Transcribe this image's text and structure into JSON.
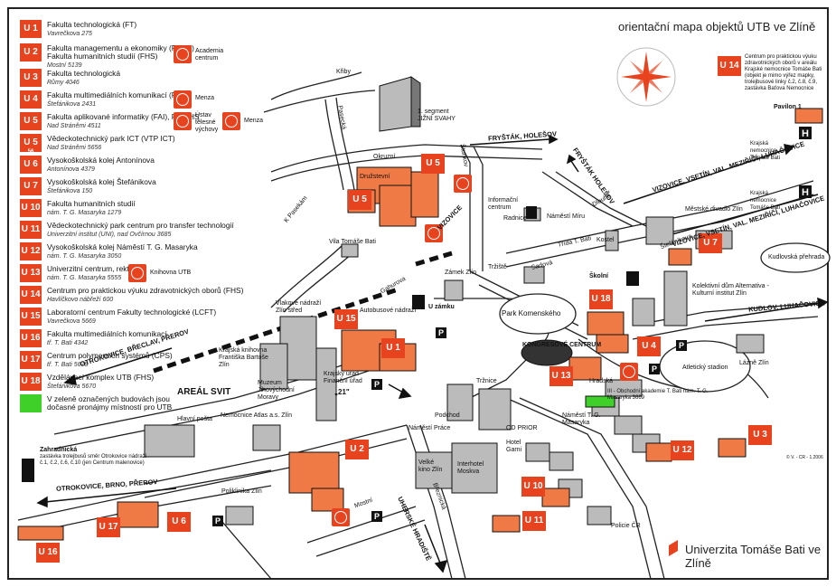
{
  "title": "orientační mapa objektů UTB ve Zlíně",
  "legend": [
    {
      "code": "U 1",
      "line1": "Fakulta technologická (FT)",
      "line2": "Vavrečkova 275"
    },
    {
      "code": "U 2",
      "line1": "Fakulta managementu a ekonomiky (FaME)",
      "line1b": "Fakulta humanitních studií (FHS)",
      "line2": "Mostní 5139",
      "extra": "Academia centrum"
    },
    {
      "code": "U 3",
      "line1": "Fakulta technologická",
      "line2": "Růmy 4046"
    },
    {
      "code": "U 4",
      "line1": "Fakulta multimediálních komunikací (FMK)",
      "line2": "Štefánikova 2431",
      "extra": "Menza"
    },
    {
      "code": "U 5",
      "line1": "Fakulta aplikované informatiky (FAI), FT, FHS",
      "line2": "Nad Stráněmi 4511",
      "extra": "Ústav tělesné výchovy",
      "extra2": "Menza"
    },
    {
      "code": "U 5",
      "sub": "56",
      "line1": "Vědeckotechnický park ICT (VTP ICT)",
      "line2": "Nad Stráněmi 5656"
    },
    {
      "code": "U 6",
      "line1": "Vysokoškolská kolej Antonínova",
      "line2": "Antonínova 4379"
    },
    {
      "code": "U 7",
      "line1": "Vysokoškolská kolej Štefánikova",
      "line2": "Štefánikova 150"
    },
    {
      "code": "U 10",
      "line1": "Fakulta humanitních studií",
      "line2": "nám. T. G. Masaryka 1279"
    },
    {
      "code": "U 11",
      "line1": "Vědeckotechnický park centrum pro transfer technologií",
      "line1b": "Univerzitní institut (UNI), nad Ovčírnou 3685",
      "line2": ""
    },
    {
      "code": "U 12",
      "line1": "Vysokoškolská kolej Náměstí T. G. Masaryka",
      "line2": "nám. T. G. Masaryka 3050"
    },
    {
      "code": "U 13",
      "line1": "Univerzitní centrum, rektorát",
      "line2": "nám. T. G. Masaryka 5555",
      "extra": "Knihovna UTB"
    },
    {
      "code": "U 14",
      "line1": "Centrum pro praktickou výuku zdravotnických oborů (FHS)",
      "line2": "Havlíčkovo nábřeží 600"
    },
    {
      "code": "U 15",
      "line1": "Laboratorní centrum Fakulty technologické (LCFT)",
      "line2": "Vavrečkova 5669"
    },
    {
      "code": "U 16",
      "line1": "Fakulta multimediálních komunikací",
      "line2": "tř. T. Bati 4342"
    },
    {
      "code": "U 17",
      "line1": "Centrum polymerních systémů (CPS)",
      "line2": "tř. T. Bati 5678"
    },
    {
      "code": "U 18",
      "line1": "Vzdělávací komplex UTB (FHS)",
      "line2": "Štefánikova 5670"
    },
    {
      "code": "",
      "green": true,
      "line1": "V zeleně označených budovách jsou",
      "line1b": "dočasné pronájmy místností pro UTB",
      "line2": ""
    }
  ],
  "map_badges": [
    "U 5",
    "U 5",
    "U 15",
    "U 1",
    "U 18",
    "U 4",
    "U 13",
    "U 7",
    "U 2",
    "U 3",
    "U 12",
    "U 10",
    "U 11",
    "U 6",
    "U 17",
    "U 16",
    "U 14"
  ],
  "labels": {
    "segment": "1. segment JIŽNÍ SVAHY",
    "druzstevni": "Družstevní",
    "okruzni": "Okruzní",
    "krby": "Křiby",
    "pasecka": "Pasecká",
    "kpasekum": "K Pasekám",
    "stunkov": "Štunkov",
    "vila": "Vila Tomáše Bati",
    "informacni": "Informační centrum",
    "radnice": "Radnice",
    "namesti_miru": "Náměstí Míru",
    "kostel": "Kostel",
    "zamek": "Zámek Zlín",
    "trziste": "Tržiště",
    "park": "Park Komenského",
    "kongres": "KONGRESOVÉ CENTRUM",
    "atletic": "Atletický stadion",
    "lazne": "Lázně Zlín",
    "divadlo": "Městské divadlo Zlín",
    "kudlov": "Kudlovská přehrada",
    "kolektivni": "Kolektivní dům Alternativa - Kulturní institut Zlín",
    "nadrazi": "Vlakové nádraží Zlín střed",
    "autobus": "Autobusové nádraží",
    "knihovna": "Krajská knihovna Františka Bartoše Zlín",
    "muzeum": "Muzeum Jihovýchodní Moravy",
    "krajsky": "Krajský úřad Finanční úřad",
    "bud21": "„21\"",
    "tricka": "Tržnice",
    "podchod": "Podchod",
    "namesti_prace": "Náměstí Práce",
    "odprior": "OD PRIOR",
    "hotel": "Hotel Garni",
    "kino": "Velké kino Zlín",
    "interhotel": "Interhotel Moskva",
    "namesti_tgm": "Náměstí T. G. Masaryka",
    "policie": "Policie ČR",
    "hlavni_posta": "Hlavní pošta",
    "nemocnice": "Nemocnice Atlas a.s. Zlín",
    "poliklinika": "Poliklinika Zlín",
    "areal": "AREÁL SVIT",
    "zahradnicka": "Zahradnická",
    "zahrad_detail": "zastávka trolejbusů směr Otrokovice nádraží č.1, č.2, č.6, č.10 (jen Centrum malenovice)",
    "mostni": "Mostní",
    "bratislavska": "Březnická",
    "skolni": "Školní",
    "sadova": "Sadová",
    "trida_bati": "Třída T. Bati",
    "stefanikova": "Štefánikova",
    "dlouha": "Dlouhá",
    "hradska": "Hradská",
    "gahurova": "Gahurova",
    "uzamku": "U zámku",
    "obchodni": "III - Obchodní akademie T. Bati nám. T. G. Masaryka 3669",
    "pavilon": "Pavilon 1",
    "nemocnice_bati1": "Krajská nemocnice Tomáše Bati",
    "nemocnice_bati2": "Krajská nemocnice Tomáše Bati",
    "centrum_info": "Centrum pro praktickou výuku zdravotnických oborů v areálu Krajské nemocnice Tomáše Bati (objekt je mimo výřez mapky, trolejbusové linky č.2, č.8, č.9, zastávka Baťova Nemocnice",
    "copy": "© V. - CR - 1.2006"
  },
  "roads": {
    "frystak": "FRYŠTÁK, HOLEŠOV",
    "frystak2": "FRYŠTÁK HOLEŠOV",
    "vizovice_top": "VIZOVICE, VSETÍN, VAL. MEZIŘÍČÍ, LUHAČOVICE",
    "vizovice_mid": "VIZOVICE, VSETÍN, VAL. MEZIŘÍČÍ, LUHAČOVICE",
    "kudlov": "KUDLOV, LUHAČOVICE",
    "otrokovice_top": "OTROKOVICE, BŘECLAV, PŘEROV",
    "otrokovice_bottom": "OTROKOVICE, BRNO, PŘEROV",
    "vizovice_short": "VIZOVICE",
    "uherske": "UHERSKÉ HRADIŠTĚ"
  },
  "footer": "Univerzita Tomáše Bati ve Zlíně",
  "colors": {
    "accent": "#e8431f",
    "green": "#3fd12a"
  }
}
